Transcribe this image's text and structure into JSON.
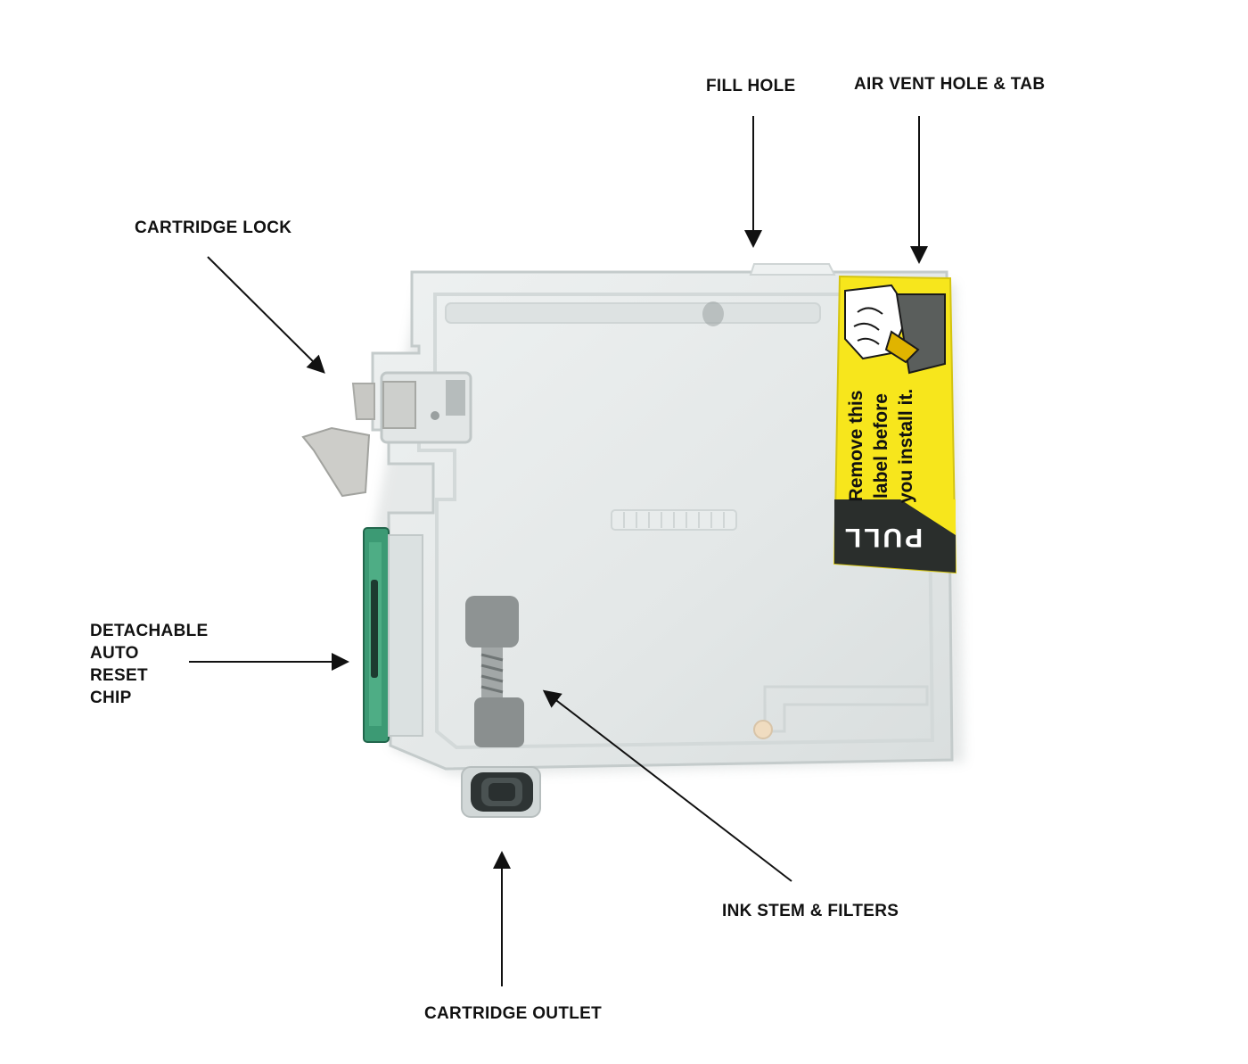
{
  "callouts": {
    "fill_hole": "FILL HOLE",
    "air_vent": "AIR VENT HOLE & TAB",
    "cartridge_lock": "CARTRIDGE LOCK",
    "chip": [
      "DETACHABLE",
      "AUTO",
      "RESET",
      "CHIP"
    ],
    "ink_stem": "INK STEM & FILTERS",
    "outlet": "CARTRIDGE OUTLET"
  },
  "label_sticker": {
    "lines": [
      "Remove this",
      "label before",
      "you install it."
    ],
    "pull": "PULL"
  },
  "colors": {
    "cartridge_body": "#e6eaea",
    "sticker_yellow": "#f7e61c",
    "sticker_dark": "#2a2e2c",
    "chip_green": "#2f8f6a",
    "arrow": "#111111"
  }
}
